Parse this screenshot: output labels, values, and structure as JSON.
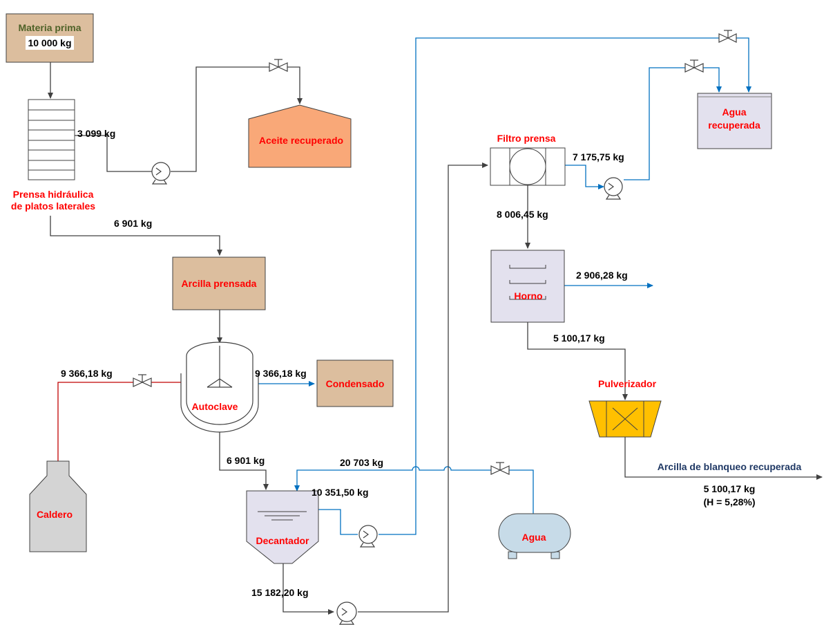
{
  "colors": {
    "flow_black": "#404040",
    "flow_blue": "#0070c0",
    "flow_red": "#c00000",
    "label_red": "#ff0000",
    "raw_material_fill": "#dcbe9e",
    "oil_tank_fill": "#f9a878",
    "equipment_fill": "#e3e1ee",
    "water_tank_fill": "#c7dbe8",
    "pulverizer_fill": "#ffc000",
    "boiler_fill": "#d4d4d4"
  },
  "equipment": {
    "raw_material": {
      "label": "Materia prima",
      "mass": "10 000 kg"
    },
    "press": {
      "label_line1": "Prensa hidráulica",
      "label_line2": "de platos laterales"
    },
    "oil": {
      "label": "Aceite recuperado"
    },
    "pressed_clay": {
      "label": "Arcilla prensada"
    },
    "autoclave": {
      "label": "Autoclave"
    },
    "condensate": {
      "label": "Condensado"
    },
    "boiler": {
      "label": "Caldero"
    },
    "decanter": {
      "label": "Decantador"
    },
    "water": {
      "label": "Agua"
    },
    "filter_press": {
      "label": "Filtro prensa"
    },
    "recovered_water": {
      "label_line1": "Agua",
      "label_line2": "recuperada"
    },
    "oven": {
      "label": "Horno"
    },
    "pulverizer": {
      "label": "Pulverizador"
    },
    "product": {
      "label": "Arcilla de blanqueo recuperada",
      "mass": "5 100,17 kg",
      "moisture": "(H = 5,28%)"
    }
  },
  "streams": {
    "oil_out": "3 099 kg",
    "press_to_clay": "6 901 kg",
    "steam_in": "9 366,18 kg",
    "condensate_out": "9 366,18 kg",
    "autoclave_to_decanter": "6 901 kg",
    "water_to_decanter": "20 703 kg",
    "decanter_overflow": "10 351,50 kg",
    "decanter_underflow": "15 182,20 kg",
    "filtrate": "7 175,75 kg",
    "filter_cake": "8 006,45 kg",
    "oven_vapor": "2 906,28 kg",
    "oven_to_pulverizer": "5 100,17 kg"
  }
}
